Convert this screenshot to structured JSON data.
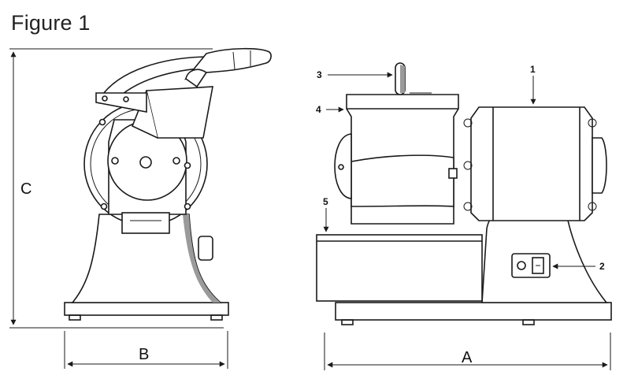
{
  "figure": {
    "title": "Figure 1"
  },
  "dimensions": {
    "a": "A",
    "b": "B",
    "c": "C"
  },
  "callouts": {
    "n1": "1",
    "n2": "2",
    "n3": "3",
    "n4": "4",
    "n5": "5"
  }
}
